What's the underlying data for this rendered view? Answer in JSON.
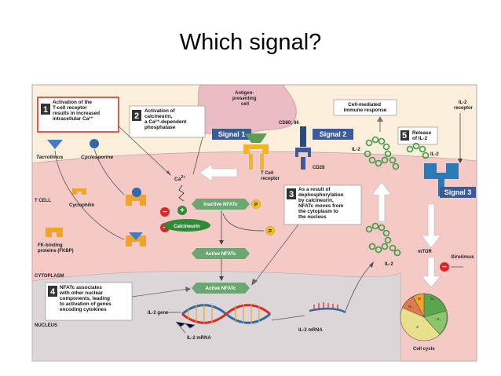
{
  "title": "Which signal?",
  "diagram": {
    "steps": [
      {
        "num": "1",
        "lines": [
          "Activation of the",
          "T-cell receptor",
          "results in increased",
          "intracellular Ca²⁺"
        ]
      },
      {
        "num": "2",
        "lines": [
          "Activation of",
          "calcineurin,",
          "a Ca²⁺-dependent",
          "phosphatase"
        ]
      },
      {
        "num": "3",
        "lines": [
          "As a result of",
          "dephosphorylation",
          "by calcineurin,",
          "NFATc moves from",
          "the cytoplasm to",
          "the nucleus"
        ]
      },
      {
        "num": "4",
        "lines": [
          "NFATc associates",
          "with other nuclear",
          "components, leading",
          "to activation of genes",
          "encoding cytokines"
        ]
      },
      {
        "num": "5",
        "lines": [
          "Release",
          "of IL-2"
        ]
      }
    ],
    "signals": {
      "signal1": "Signal 1",
      "signal2": "Signal 2",
      "signal3": "Signal 3"
    },
    "labels": {
      "apc": [
        "Antigen-",
        "presenting",
        "cell"
      ],
      "cd80": "CD80; 86",
      "cd28": "CD28",
      "tcr": [
        "T Cell",
        "receptor"
      ],
      "immune": [
        "Cell-mediated",
        "immune response"
      ],
      "il2_receptor": [
        "IL-2",
        "receptor"
      ],
      "ca": "Ca",
      "ca_sup": "2+",
      "tacrolimus": "Tacrolimus",
      "cyclosporine": "Cyclosporine",
      "tcell": "T CELL",
      "cyclophilin": "Cyclophilin",
      "fkbp": [
        "FK-binding",
        "proteins (FKBP)"
      ],
      "cytoplasm": "CYTOPLASM",
      "nucleus": "NUCLEUS",
      "inactive_nfatc": "Inactive NFATc",
      "calcineurin": "Calcineurin",
      "active_nfatc_1": "Active NFATc",
      "active_nfatc_2": "Active NFATc",
      "p": "P",
      "il2": "IL-2",
      "il2_gene": "IL-2 gene",
      "il2_mrna_1": "IL-2 mRNA",
      "il2_mrna_2": "IL-2 mRNA",
      "mtor": "mTOR",
      "sirolimus": "Sirolimus",
      "cell_cycle": "Cell cycle",
      "minus": "−",
      "plus": "+",
      "cycle_labels": [
        "G₀",
        "G₁",
        "S",
        "G₂",
        "M"
      ]
    }
  },
  "colors": {
    "background": "#ffffff",
    "outer_cell": "#fbeedb",
    "cytoplasm": "#f4c9c6",
    "nucleus": "#dcd6d8",
    "apc": "#ecbcc4",
    "step_box_border": "#c41f1f",
    "signal_box": "#3a5a98",
    "number_box": "#333333",
    "nfatc": "#6aa772",
    "calcineurin": "#2f8a3a",
    "p_circle": "#f2c21b",
    "inhibit": "#d32a2a",
    "drug_blue": "#3e7ec3",
    "drug_orange": "#f1a22a",
    "il2_green": "#3c9c44",
    "arrow_white": "#ffffff"
  }
}
